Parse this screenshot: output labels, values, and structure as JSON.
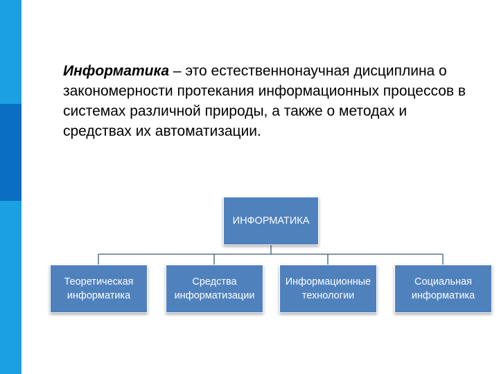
{
  "definition": {
    "term": "Информатика",
    "text": " – это естественнонаучная дисциплина о закономерности протекания информационных процессов в системах различной природы, а также о методах и средствах их автоматизации."
  },
  "diagram": {
    "root": "ИНФОРМАТИКА",
    "children": [
      "Теоретическая\nинформатика",
      "Средства\nинформатизации",
      "Информационные\nтехнологии",
      "Социальная\nинформатика"
    ]
  },
  "colors": {
    "node_fill": "#4f81bd",
    "connector": "#3c5a7a",
    "side_bar": "#1ba1e2",
    "side_bar_band": "#0a6fc2"
  }
}
